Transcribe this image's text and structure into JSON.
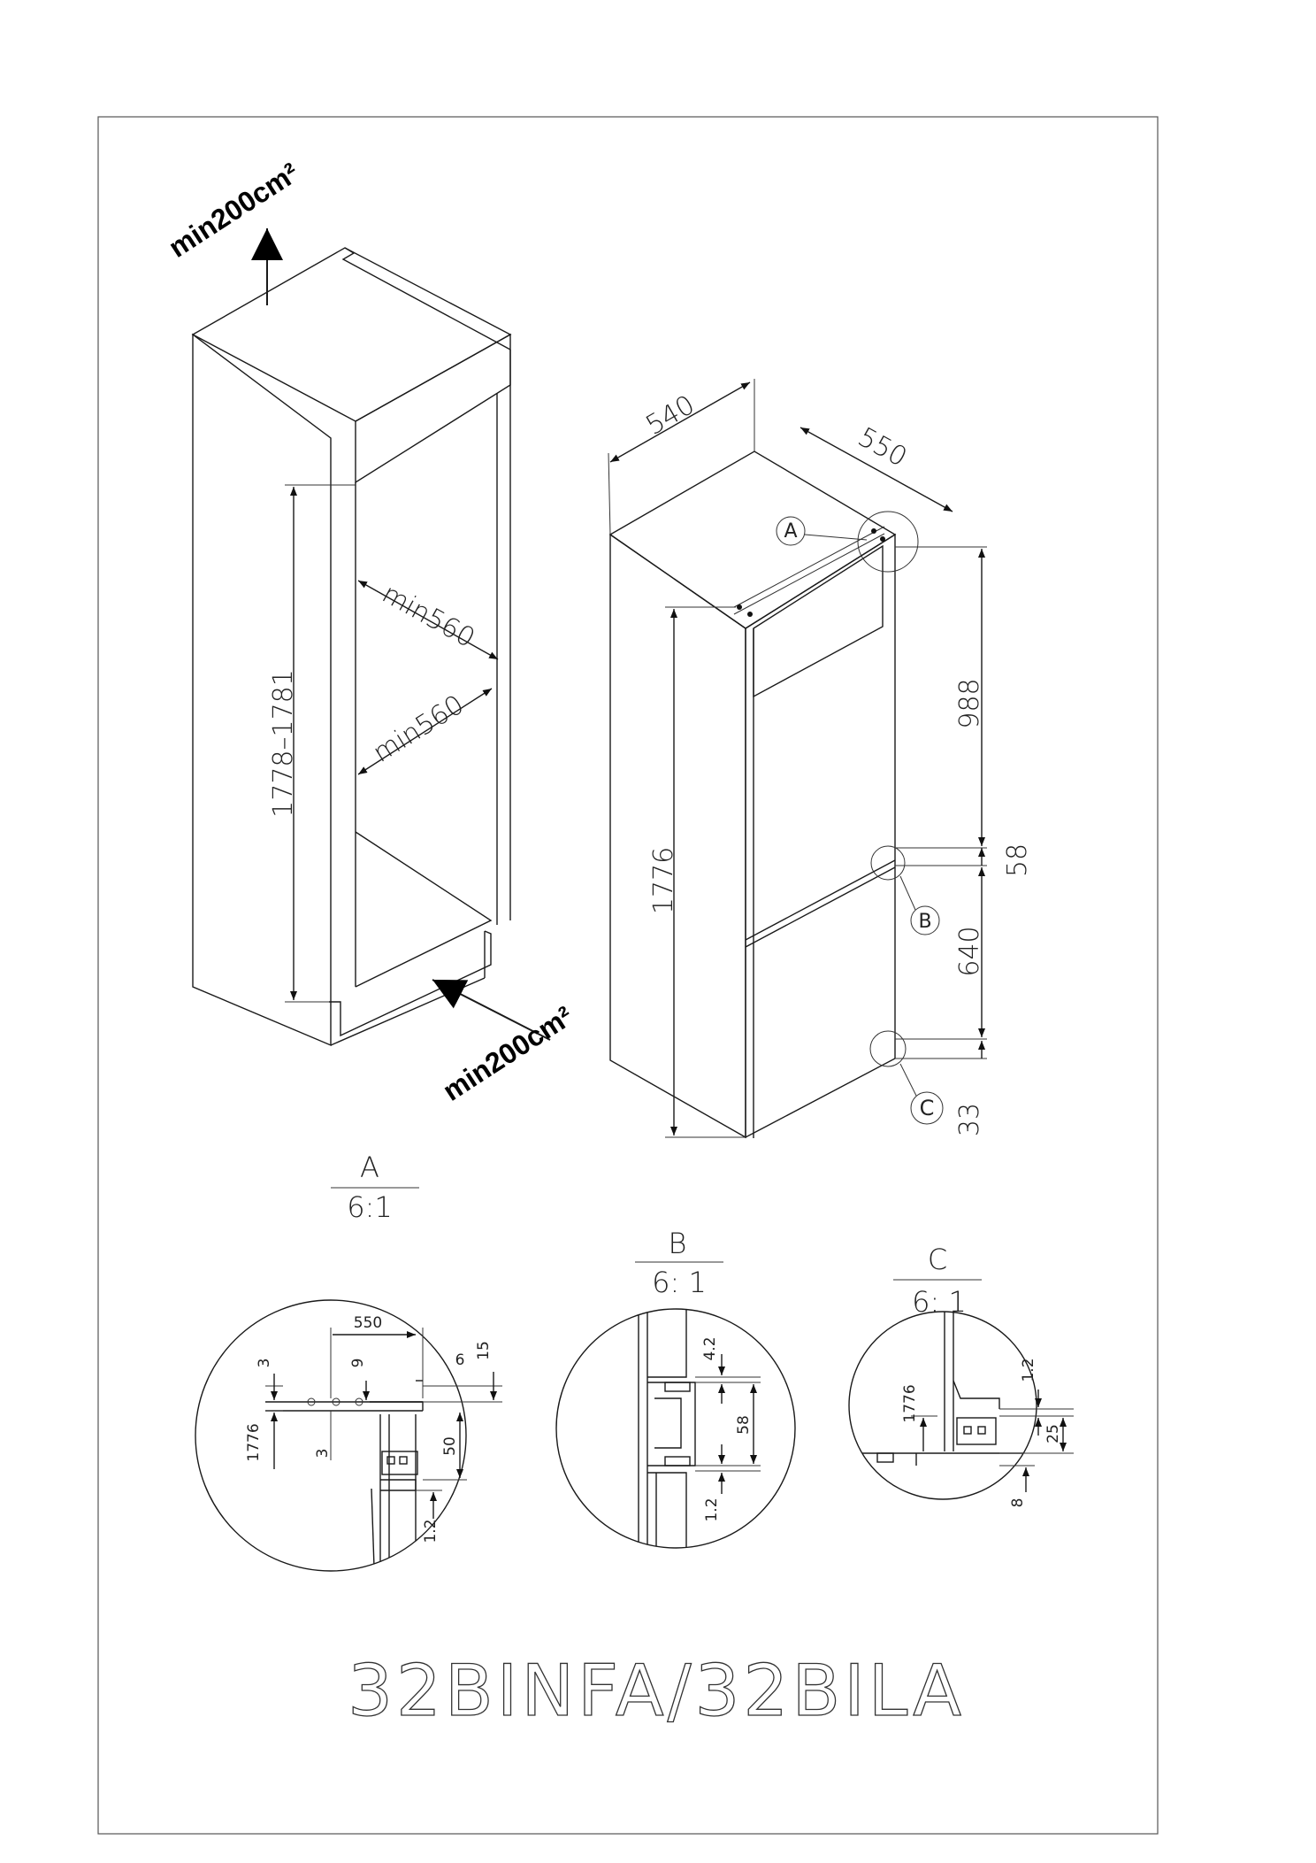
{
  "vent": {
    "top": "min200cm²",
    "bottom": "min200cm²"
  },
  "cabinet": {
    "height": "1778–1781",
    "depth_min": "min560",
    "width_min": "min560"
  },
  "appliance": {
    "depth": "540",
    "width": "550",
    "height": "1776",
    "upper": "988",
    "gap": "58",
    "lower": "640",
    "base": "33",
    "callouts": [
      "A",
      "B",
      "C"
    ]
  },
  "details": {
    "a": {
      "label": "A",
      "scale": "6:1",
      "dims": [
        "550",
        "3",
        "9",
        "6",
        "15",
        "1776",
        "3",
        "50",
        "1.2"
      ]
    },
    "b": {
      "label": "B",
      "scale": "6: 1",
      "dims": [
        "4.2",
        "58",
        "1.2"
      ]
    },
    "c": {
      "label": "C",
      "scale": "6: 1",
      "dims": [
        "1.2",
        "1776",
        "25",
        "8"
      ]
    }
  },
  "model": "32BINFA/32BILA"
}
